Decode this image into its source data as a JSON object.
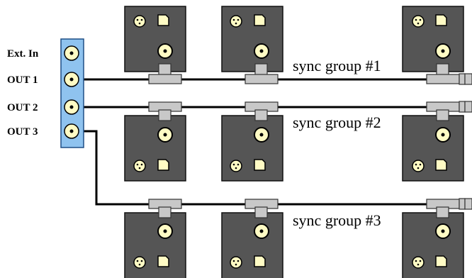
{
  "distribution_panel": {
    "ports": [
      "Ext. In",
      "OUT 1",
      "OUT 2",
      "OUT 3"
    ]
  },
  "sync_groups": [
    {
      "label": "sync group #1"
    },
    {
      "label": "sync group #2"
    },
    {
      "label": "sync group #3"
    }
  ],
  "colors": {
    "panel": "#8fc3ef",
    "unit": "#555555",
    "connector": "#fffbc4",
    "tee": "#c8c8c8",
    "cable": "#000000"
  }
}
